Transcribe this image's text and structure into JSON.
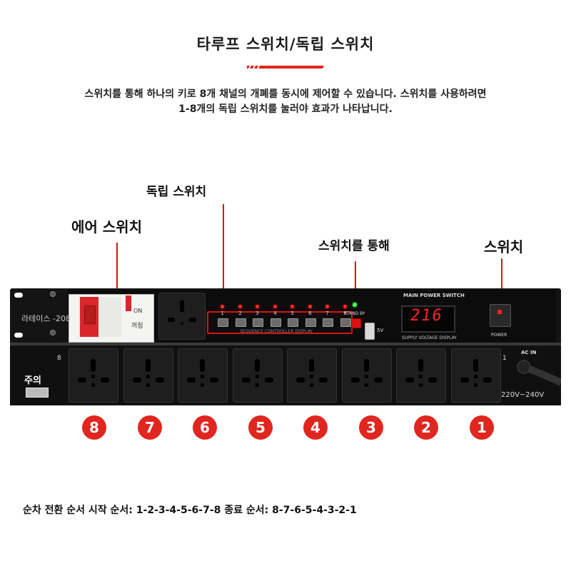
{
  "header": {
    "title": "타루프 스위치/독립 스위치",
    "description_line1": "스위치를 통해 하나의 키로 8개 채널의 개폐를 동시에 제어할 수 있습니다. 스위치를 사용하려면",
    "description_line2": "1-8개의 독립 스위치를 눌러야 효과가 나타납니다."
  },
  "callouts": {
    "independent_switch": "독립 스위치",
    "air_switch": "에어 스위치",
    "through_switch": "스위치를 통해",
    "power_switch": "스위치"
  },
  "device": {
    "brand": "라테이스 -208",
    "on_label": "ON",
    "off_label": "꺼짐",
    "channel_numbers": [
      "1",
      "2",
      "3",
      "4",
      "5",
      "6",
      "7",
      "8"
    ],
    "standby_label": "STAND BY",
    "sequence_label": "SEQUENCE CONTROLLER DISPLAY",
    "usb_label": "5V",
    "main_power_label": "MAIN POWER SWITCH",
    "display_value": "216",
    "voltage_display_label": "SUPPLY VOLTAGE DISPLAY",
    "power_label": "POWER",
    "warning_label": "주의",
    "socket_left_mark": "8",
    "socket_right_mark": "1",
    "ac_in_label": "AC IN",
    "voltage_range": "220V~240V"
  },
  "outlet_order": [
    "8",
    "7",
    "6",
    "5",
    "4",
    "3",
    "2",
    "1"
  ],
  "colors": {
    "accent_red": "#e0261f",
    "panel_black": "#141414",
    "display_red": "#ff2222"
  },
  "sequence": {
    "text": "순차 전환 순서   시작 순서: 1-2-3-4-5-6-7-8   종료 순서: 8-7-6-5-4-3-2-1"
  }
}
